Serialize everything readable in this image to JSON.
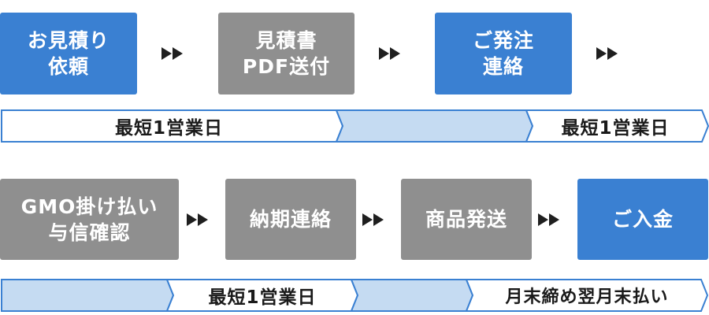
{
  "row1": {
    "steps": [
      {
        "label": "お見積り\n依頼",
        "color": "#3a80d2"
      },
      {
        "label": "見積書\nPDF送付",
        "color": "#8f8f8f"
      },
      {
        "label": "ご発注\n連絡",
        "color": "#3a80d2"
      }
    ],
    "durations": [
      "最短1営業日",
      "最短1営業日"
    ]
  },
  "row2": {
    "steps": [
      {
        "label": "GMO掛け払い\n与信確認",
        "color": "#8f8f8f"
      },
      {
        "label": "納期連絡",
        "color": "#8f8f8f"
      },
      {
        "label": "商品発送",
        "color": "#8f8f8f"
      },
      {
        "label": "ご入金",
        "color": "#3a80d2"
      }
    ],
    "durations": [
      "最短1営業日",
      "月末締め翌月末払い"
    ]
  },
  "colors": {
    "blue_step": "#3a80d2",
    "gray_step": "#8f8f8f",
    "bar_fill": "#c5dbf2",
    "bar_border": "#3a80d2"
  },
  "icons": {
    "connector": "double-triangle-arrow-icon"
  }
}
